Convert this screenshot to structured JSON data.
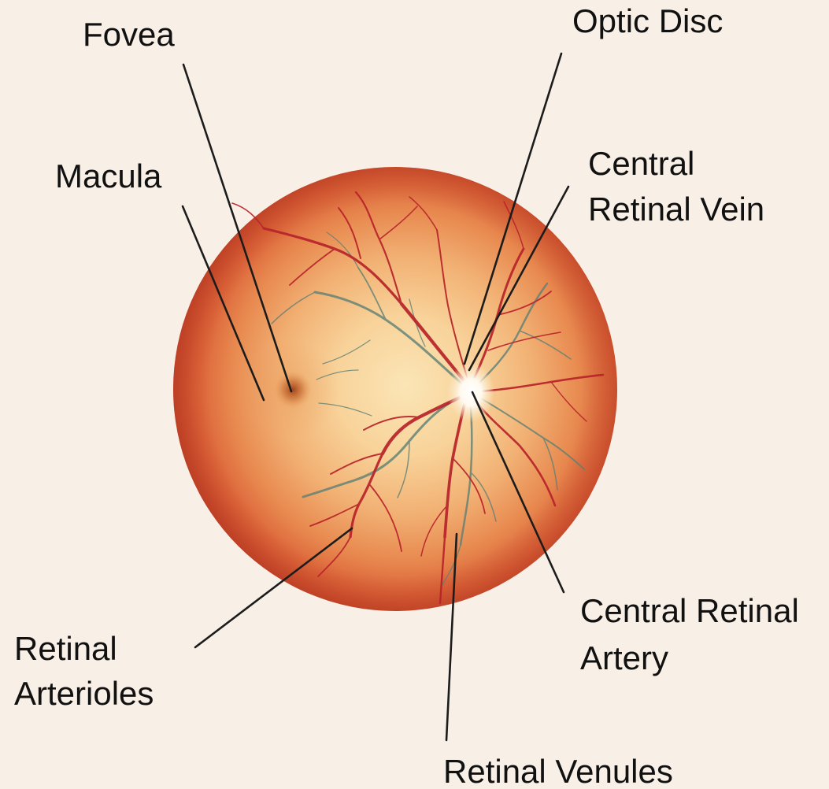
{
  "labels": {
    "fovea": "Fovea",
    "optic_disc": "Optic Disc",
    "macula": "Macula",
    "central_retinal_vein": {
      "line1": "Central",
      "line2": "Retinal Vein"
    },
    "central_retinal_artery": {
      "line1": "Central Retinal",
      "line2": "Artery"
    },
    "retinal_arterioles": {
      "line1": "Retinal",
      "line2": "Arterioles"
    },
    "retinal_venules": "Retinal Venules"
  },
  "colors": {
    "background": "#f8efe6",
    "label_text": "#111111",
    "leader_line": "#1c1c1c",
    "arteriole": "#b8232a",
    "venule": "#5e8075",
    "fundus_center": "#fbe5b6",
    "fundus_edge": "#c9472b"
  }
}
